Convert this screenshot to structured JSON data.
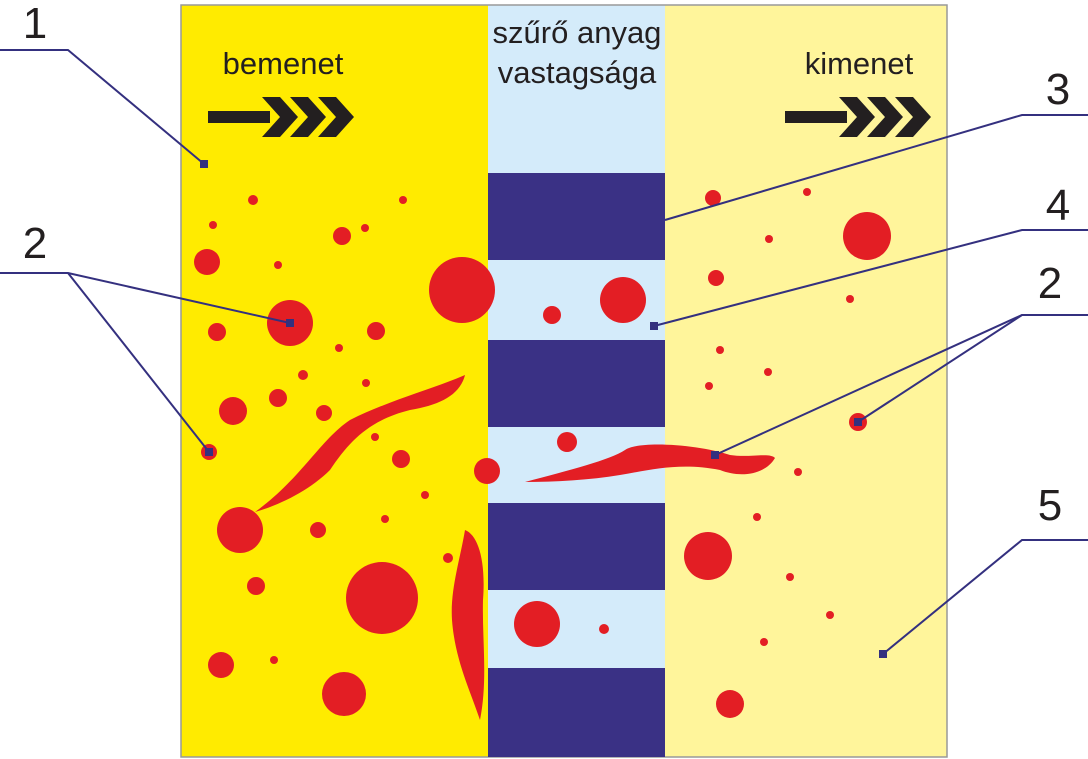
{
  "labels": {
    "input": "bemenet",
    "filter_line1": "szűrő anyag",
    "filter_line2": "vastagsága",
    "output": "kimenet"
  },
  "callouts": [
    "1",
    "2",
    "3",
    "4",
    "2",
    "5"
  ],
  "colors": {
    "input_zone": "#FFEB00",
    "filter_zone": "#D4EBFA",
    "filter_blocks": "#3A3185",
    "output_zone": "#FFF59B",
    "particles": "#E31E24",
    "leaders": "#34307F"
  }
}
